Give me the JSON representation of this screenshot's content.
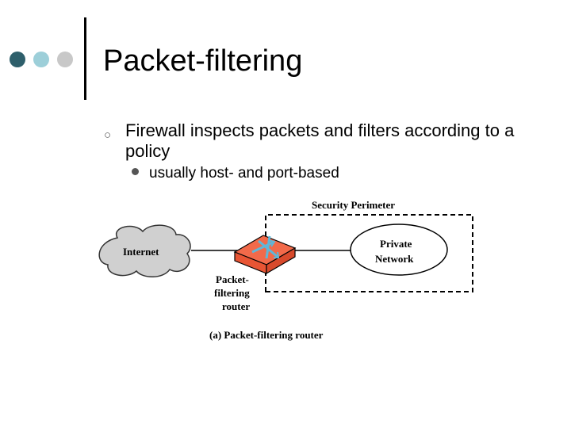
{
  "slide": {
    "title": "Packet-filtering",
    "bullets": [
      {
        "text": "Firewall inspects packets and filters according to a policy",
        "sub": [
          "usually host- and port-based"
        ]
      }
    ]
  },
  "diagram": {
    "perimeter_label": "Security Perimeter",
    "internet_label": "Internet",
    "network_label_1": "Private",
    "network_label_2": "Network",
    "router_label_1": "Packet-",
    "router_label_2": "filtering",
    "router_label_3": "router",
    "caption": "(a) Packet-filtering router"
  },
  "colors": {
    "dot_dark": "#2e5f6b",
    "dot_light": "#9dcfd9",
    "dot_gray": "#c8c8c8",
    "router_fill": "#f26a4a",
    "cloud_fill": "#d0d0d0",
    "router_arrows": "#5fb7d8"
  }
}
